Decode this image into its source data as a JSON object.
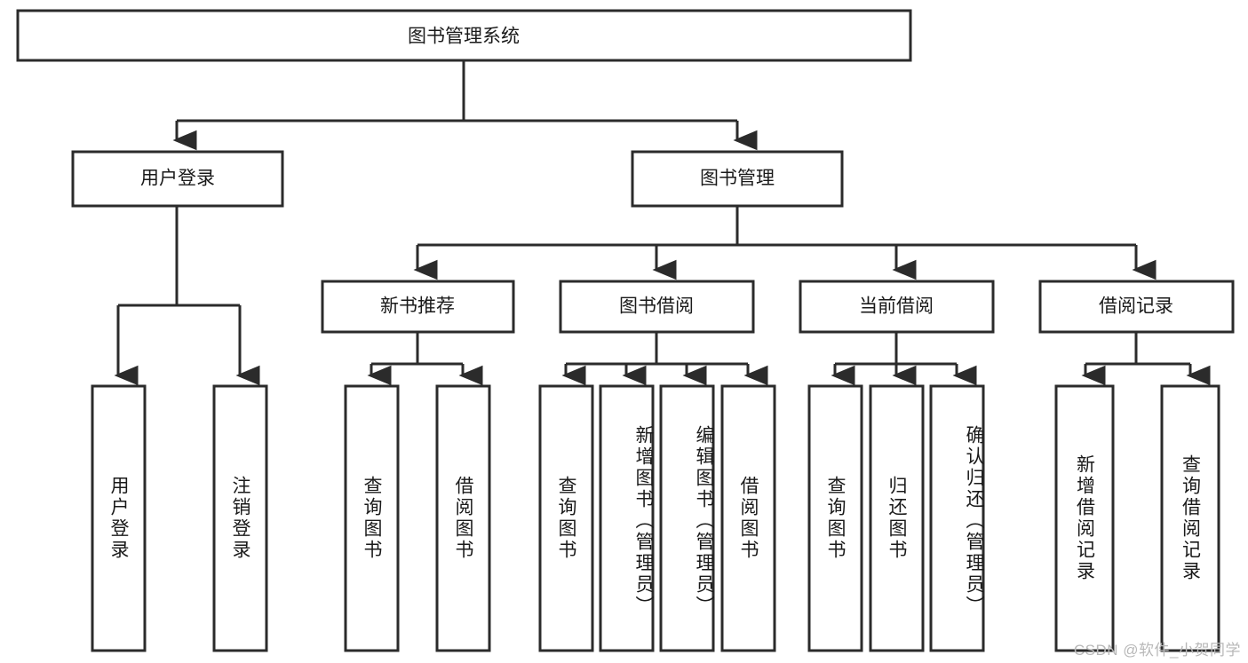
{
  "diagram": {
    "type": "tree-hierarchy",
    "title": "图书管理系统",
    "orientation": "top-down",
    "watermark": "CSDN @软件_小贺同学",
    "levels": {
      "root": {
        "label": "图书管理系统"
      },
      "level2": [
        {
          "label": "用户登录"
        },
        {
          "label": "图书管理"
        }
      ],
      "level3": [
        {
          "label": "新书推荐"
        },
        {
          "label": "图书借阅"
        },
        {
          "label": "当前借阅"
        },
        {
          "label": "借阅记录"
        }
      ],
      "leaves": [
        {
          "label": "用户登录",
          "parent": "用户登录"
        },
        {
          "label": "注销登录",
          "parent": "用户登录"
        },
        {
          "label": "查询图书",
          "parent": "新书推荐"
        },
        {
          "label": "借阅图书",
          "parent": "新书推荐"
        },
        {
          "label": "查询图书",
          "parent": "图书借阅"
        },
        {
          "label": "新增图书（管理员）",
          "parent": "图书借阅"
        },
        {
          "label": "编辑图书（管理员）",
          "parent": "图书借阅"
        },
        {
          "label": "借阅图书",
          "parent": "图书借阅"
        },
        {
          "label": "查询图书",
          "parent": "当前借阅"
        },
        {
          "label": "归还图书",
          "parent": "当前借阅"
        },
        {
          "label": "确认归还（管理员）",
          "parent": "当前借阅"
        },
        {
          "label": "新增借阅记录",
          "parent": "借阅记录"
        },
        {
          "label": "查询借阅记录",
          "parent": "借阅记录"
        }
      ]
    },
    "colors": {
      "stroke": "#2b2b2b",
      "fill": "#ffffff",
      "text": "#1a1a1a",
      "watermark": "#b8b8b8"
    }
  }
}
